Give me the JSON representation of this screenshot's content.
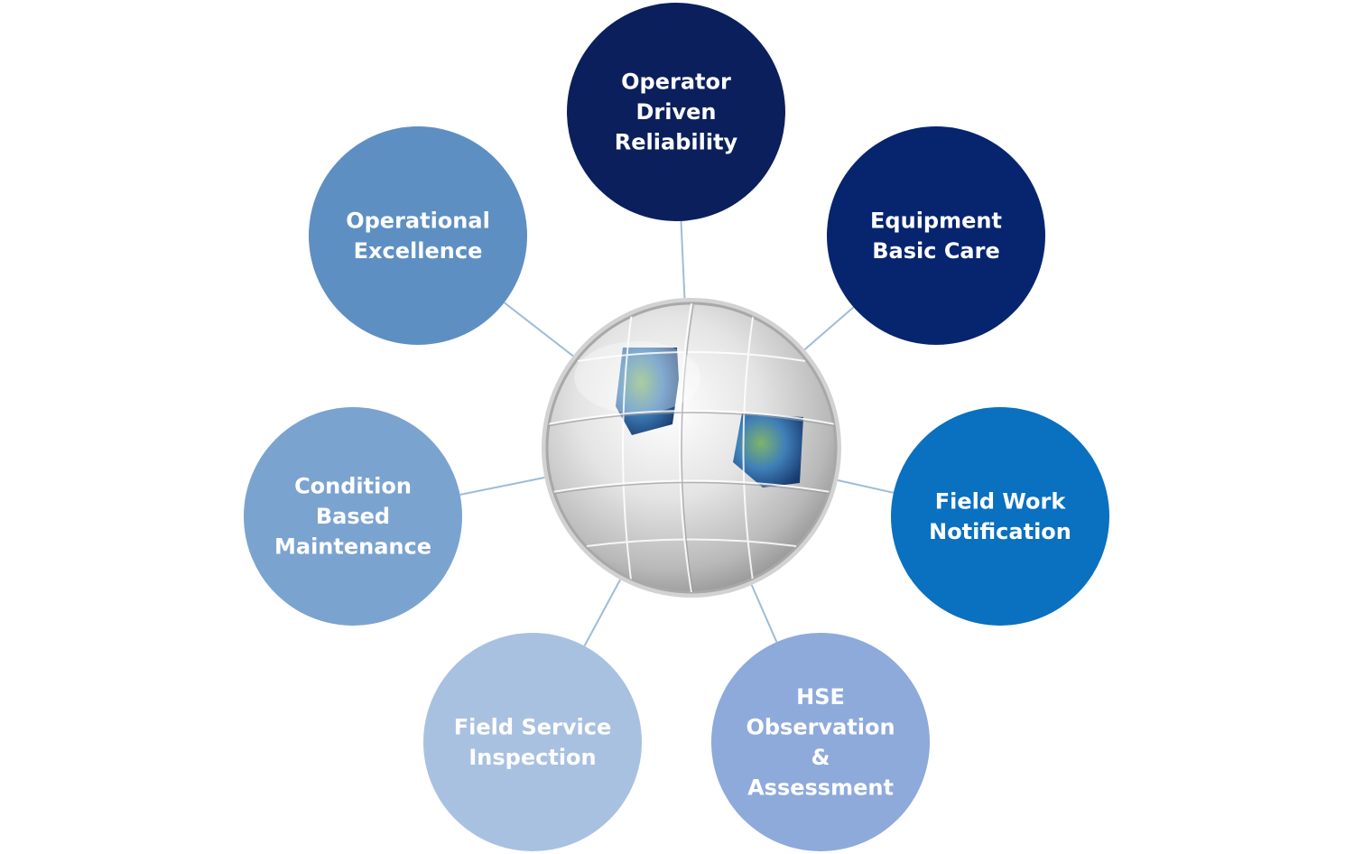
{
  "diagram": {
    "nodes": [
      {
        "id": "operator-driven-reliability",
        "lines": [
          "Operator",
          "Driven",
          "Reliability"
        ],
        "color": "#0b1f5c"
      },
      {
        "id": "equipment-basic-care",
        "lines": [
          "Equipment",
          "Basic Care"
        ],
        "color": "#07246f"
      },
      {
        "id": "field-work-notification",
        "lines": [
          "Field Work",
          "Notification"
        ],
        "color": "#0a70c0"
      },
      {
        "id": "hse-observation-assessment",
        "lines": [
          "HSE",
          "Observation",
          "&",
          "Assessment"
        ],
        "color": "#8eaadb"
      },
      {
        "id": "field-service-inspection",
        "lines": [
          "Field Service",
          "Inspection"
        ],
        "color": "#a9c1e1"
      },
      {
        "id": "condition-based-maintenance",
        "lines": [
          "Condition",
          "Based",
          "Maintenance"
        ],
        "color": "#7ba3d0"
      },
      {
        "id": "operational-excellence",
        "lines": [
          "Operational",
          "Excellence"
        ],
        "color": "#5e8fc2"
      }
    ],
    "connector_color": "#9fbcd8",
    "hub": {
      "icon": "puzzle-globe-icon"
    }
  }
}
